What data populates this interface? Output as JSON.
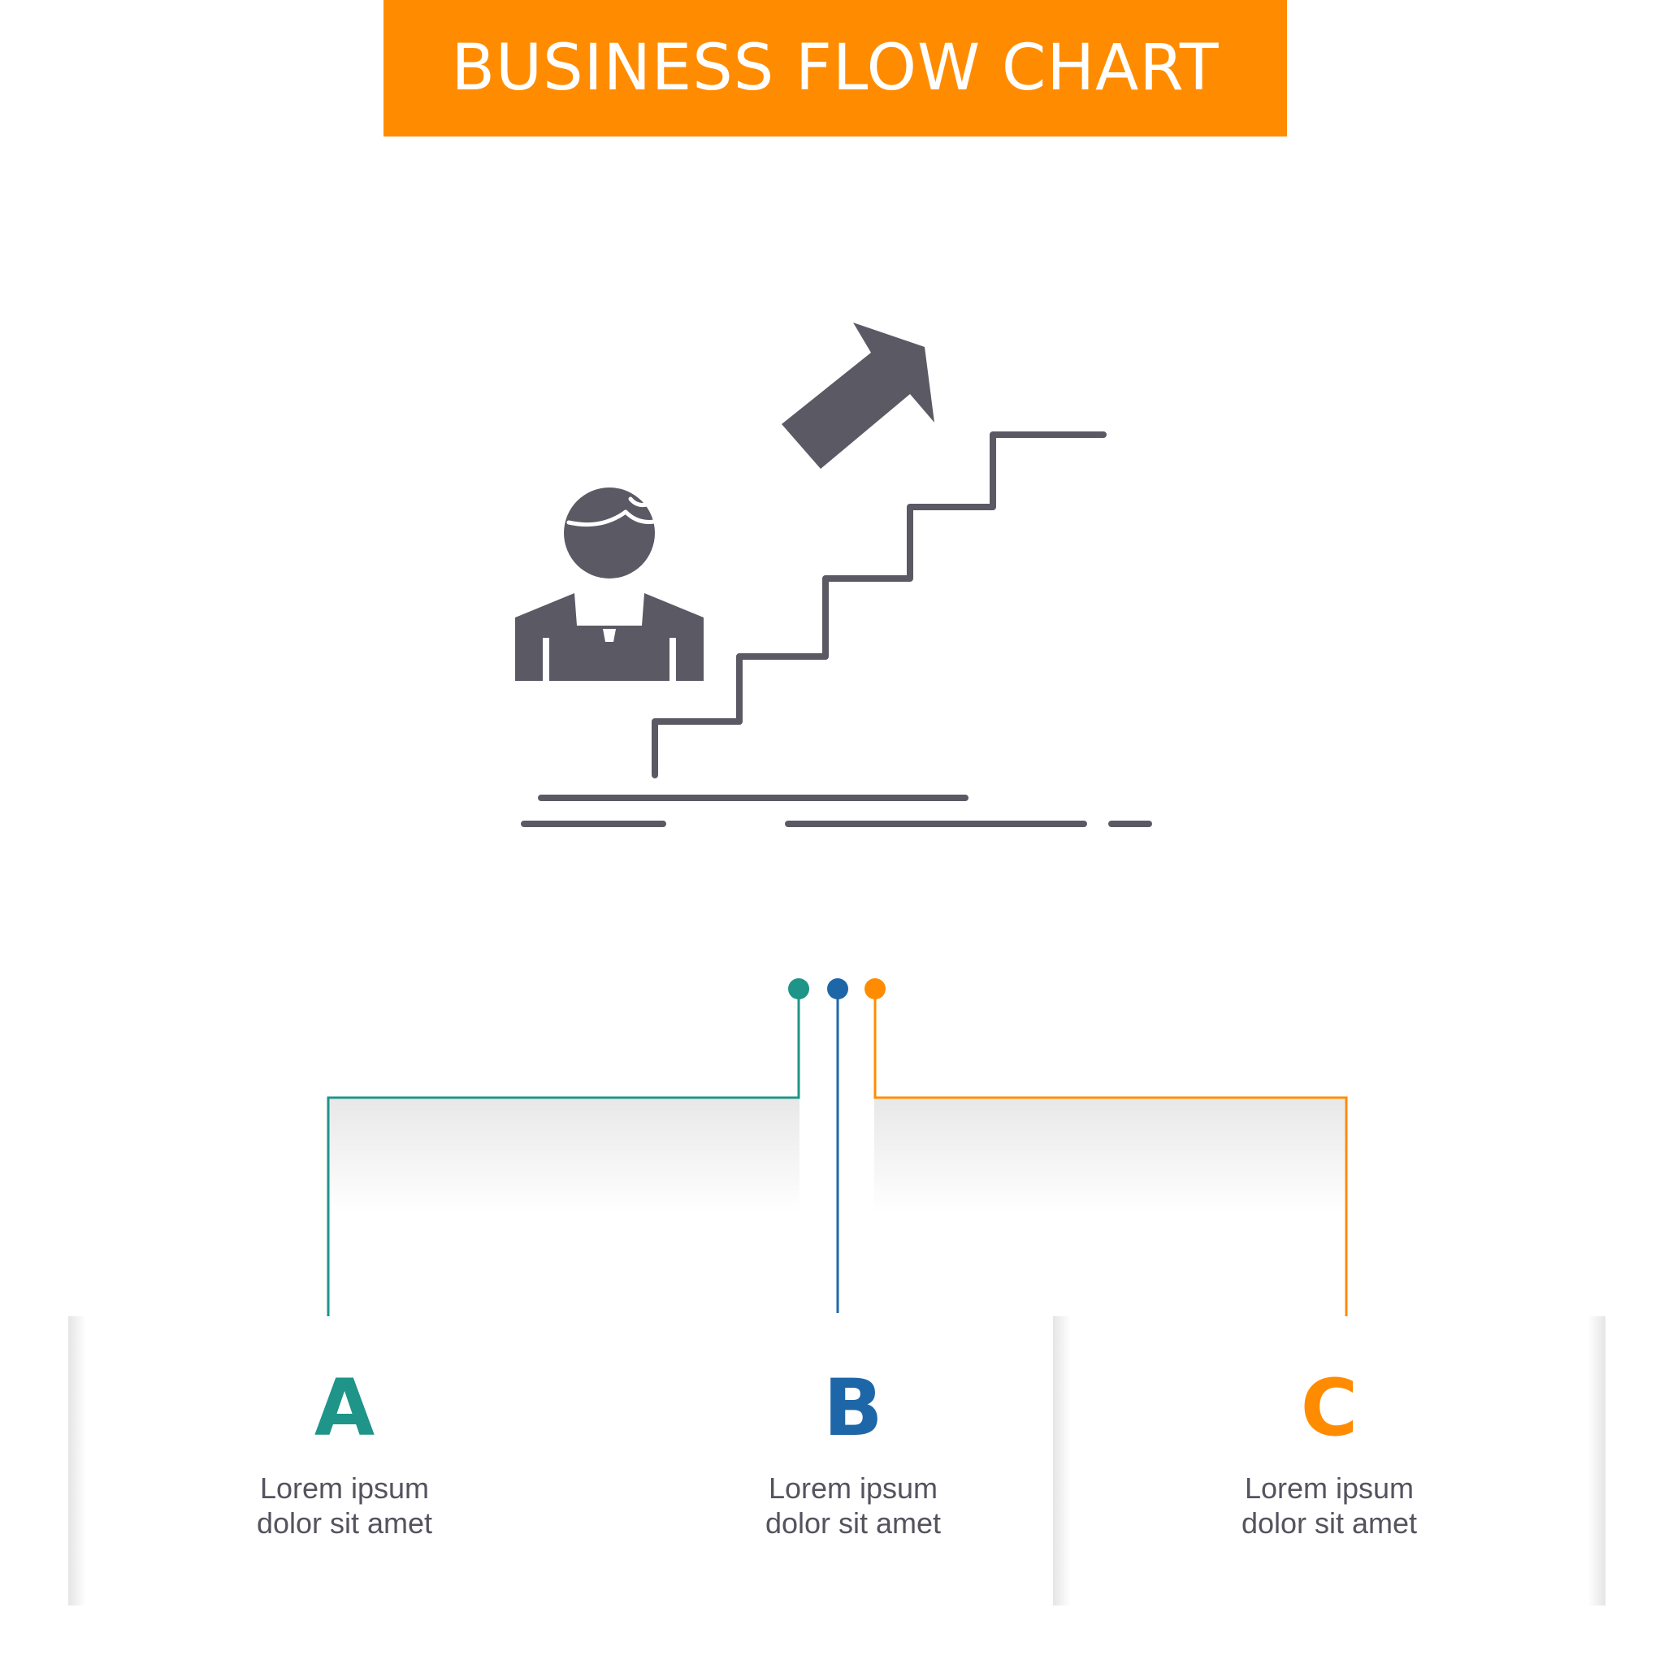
{
  "header": {
    "title": "BUSINESS FLOW CHART"
  },
  "colors": {
    "orange": "#ff8c00",
    "teal": "#1f9488",
    "blue": "#1d67a9",
    "icon": "#5b5964",
    "text": "#55535e"
  },
  "illustration": {
    "icon": "businessman-climbing-stairs-icon"
  },
  "steps": [
    {
      "letter": "A",
      "line1": "Lorem ipsum",
      "line2": "dolor sit amet"
    },
    {
      "letter": "B",
      "line1": "Lorem ipsum",
      "line2": "dolor sit amet"
    },
    {
      "letter": "C",
      "line1": "Lorem ipsum",
      "line2": "dolor sit amet"
    }
  ]
}
